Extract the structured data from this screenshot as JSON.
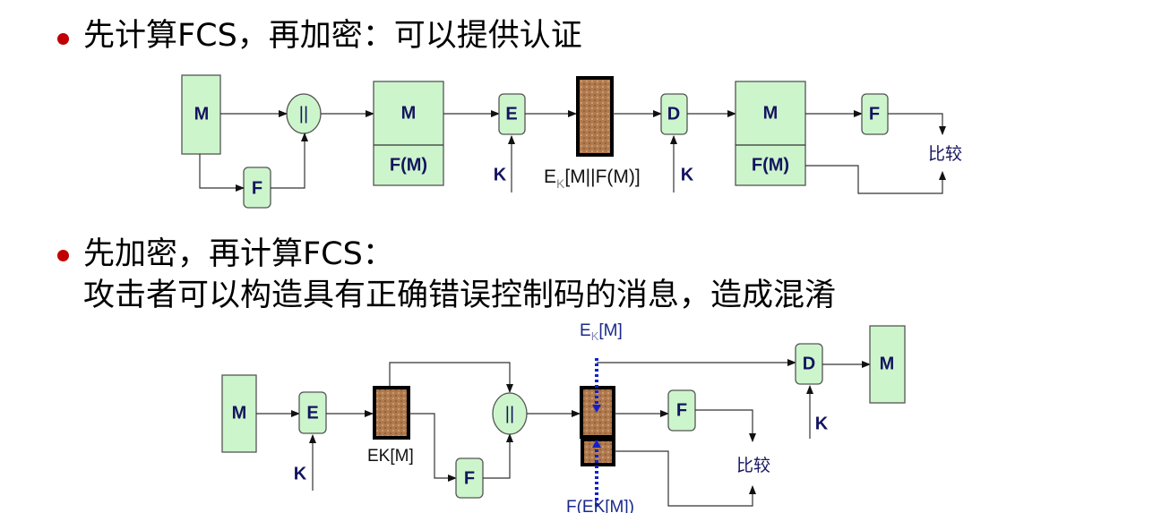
{
  "bullets": [
    {
      "line1": "先计算FCS，再加密：可以提供认证"
    },
    {
      "line1": "先加密，再计算FCS：",
      "line2": "攻击者可以构造具有正确错误控制码的消息，造成混淆"
    }
  ],
  "diagram1": {
    "m": "M",
    "concat": "||",
    "f": "F",
    "e": "E",
    "d": "D",
    "k": "K",
    "fm": "F(M)",
    "cipher_e": "E",
    "cipher_k": "K",
    "cipher_rest": "[M||F(M)]",
    "compare": "比较"
  },
  "diagram2": {
    "m": "M",
    "e": "E",
    "k": "K",
    "concat": "||",
    "f": "F",
    "d": "D",
    "ekm": "EK[M]",
    "top_e": "E",
    "top_k": "K",
    "top_rest": "[M]",
    "fekm": "F(EK[M])",
    "compare": "比较"
  },
  "colors": {
    "bullet": "#c00000",
    "box": "#ccf5cc",
    "label": "#14145f",
    "cipher": "#b07a4e",
    "dotted": "#1020d0"
  }
}
